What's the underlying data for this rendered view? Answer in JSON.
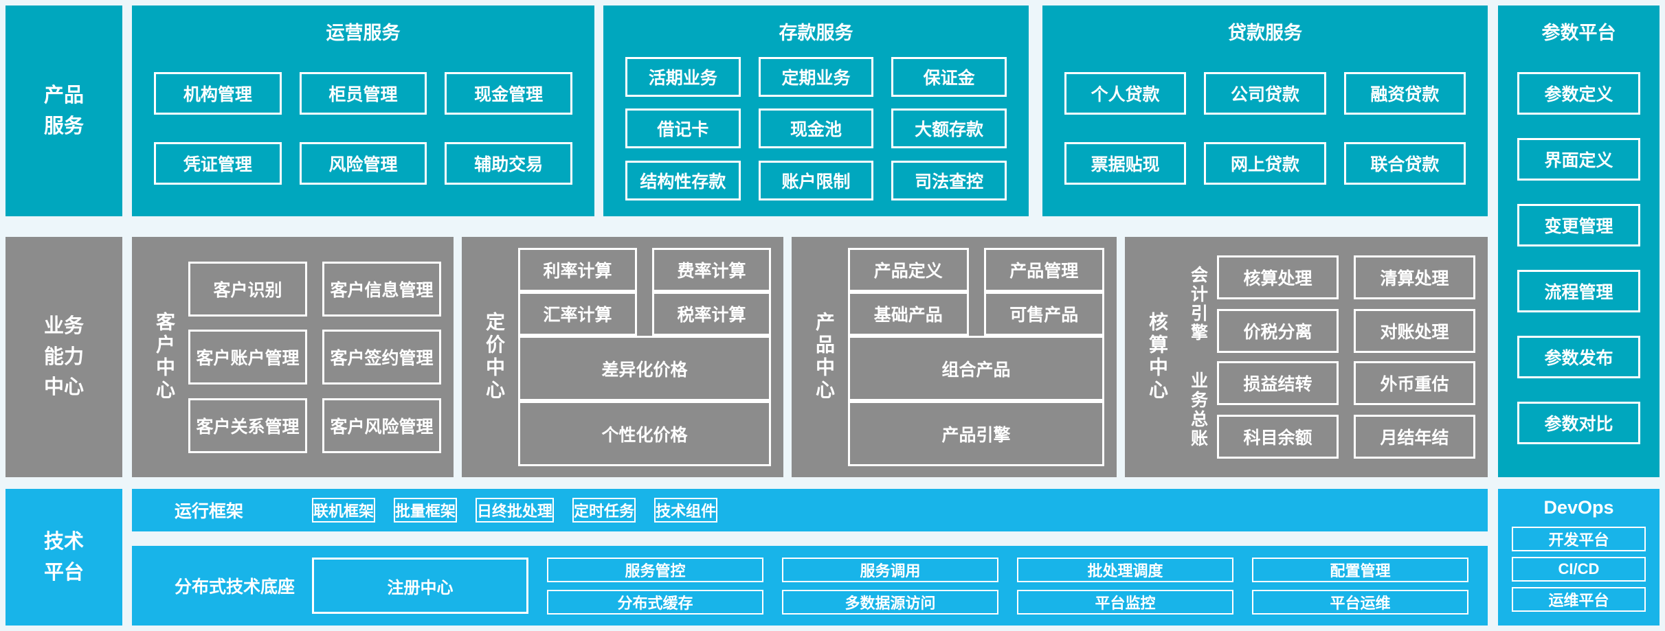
{
  "colors": {
    "teal": "#00a7be",
    "gray": "#8c8c8c",
    "blue": "#18b4e9",
    "background": "#edf6fa",
    "box_border": "#ffffff",
    "text": "#ffffff"
  },
  "product_band": {
    "side_label": "产品\n服务",
    "operations": {
      "title": "运营服务",
      "rows": [
        [
          "机构管理",
          "柜员管理",
          "现金管理"
        ],
        [
          "凭证管理",
          "风险管理",
          "辅助交易"
        ]
      ]
    },
    "deposit": {
      "title": "存款服务",
      "rows": [
        [
          "活期业务",
          "定期业务",
          "保证金"
        ],
        [
          "借记卡",
          "现金池",
          "大额存款"
        ],
        [
          "结构性存款",
          "账户限制",
          "司法查控"
        ]
      ]
    },
    "loan": {
      "title": "贷款服务",
      "rows": [
        [
          "个人贷款",
          "公司贷款",
          "融资贷款"
        ],
        [
          "票据贴现",
          "网上贷款",
          "联合贷款"
        ]
      ]
    }
  },
  "business_band": {
    "side_label": "业务\n能力\n中心",
    "customer": {
      "title": "客户中心",
      "rows": [
        [
          "客户识别",
          "客户信息管理"
        ],
        [
          "客户账户管理",
          "客户签约管理"
        ],
        [
          "客户关系管理",
          "客户风险管理"
        ]
      ]
    },
    "pricing": {
      "title": "定价中心",
      "rows": [
        [
          "利率计算",
          "费率计算"
        ],
        [
          "汇率计算",
          "税率计算"
        ]
      ],
      "wide": [
        "差异化价格",
        "个性化价格"
      ]
    },
    "product": {
      "title": "产品中心",
      "rows": [
        [
          "产品定义",
          "产品管理"
        ],
        [
          "基础产品",
          "可售产品"
        ]
      ],
      "wide": [
        "组合产品",
        "产品引擎"
      ]
    },
    "accounting": {
      "title": "核算中心",
      "groups": [
        {
          "label": "会计引擎",
          "rows": [
            [
              "核算处理",
              "清算处理"
            ],
            [
              "价税分离",
              "对账处理"
            ]
          ]
        },
        {
          "label": "业务总账",
          "rows": [
            [
              "损益结转",
              "外币重估"
            ],
            [
              "科目余额",
              "月结年结"
            ]
          ]
        }
      ]
    }
  },
  "parameter_platform": {
    "title": "参数平台",
    "items": [
      "参数定义",
      "界面定义",
      "变更管理",
      "流程管理",
      "参数发布",
      "参数对比"
    ]
  },
  "tech_band": {
    "side_label": "技术\n平台",
    "runtime": {
      "title": "运行框架",
      "items": [
        "联机框架",
        "批量框架",
        "日终批处理",
        "定时任务",
        "技术组件"
      ]
    },
    "distributed": {
      "title": "分布式技术底座",
      "registry": "注册中心",
      "columns": [
        [
          "服务管控",
          "分布式缓存"
        ],
        [
          "服务调用",
          "多数据源访问"
        ],
        [
          "批处理调度",
          "平台监控"
        ],
        [
          "配置管理",
          "平台运维"
        ]
      ]
    },
    "devops": {
      "title": "DevOps",
      "items": [
        "开发平台",
        "CI/CD",
        "运维平台"
      ]
    }
  }
}
